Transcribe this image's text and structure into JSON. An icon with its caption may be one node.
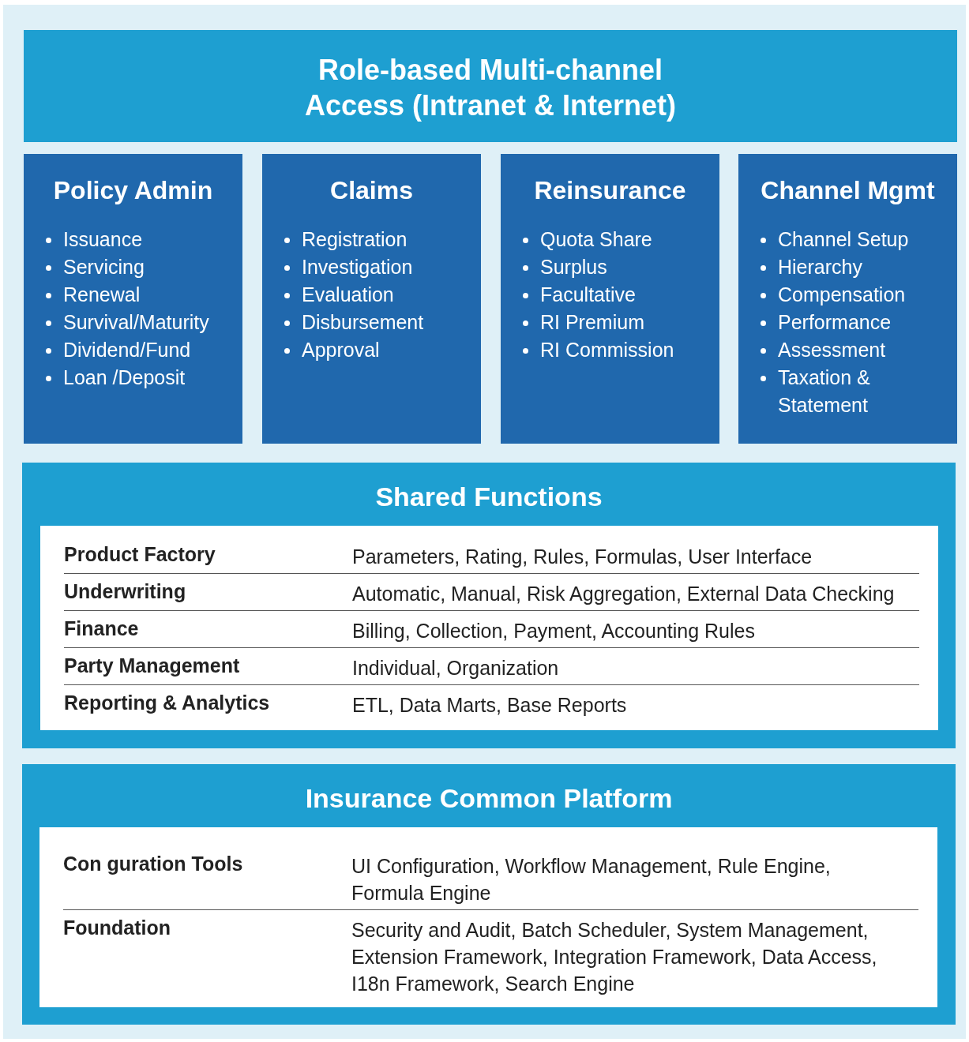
{
  "diagram": {
    "nodes": [
      {
        "text": [
          "Role-based Multi-channel Access (Intranet & Internet)"
        ]
      },
      {
        "text": [
          "Policy Admin",
          "Issuance",
          "Servicing",
          "Renewal",
          "Survival/Maturity",
          "Dividend/Fund",
          "Loan /Deposit"
        ]
      },
      {
        "text": [
          "Claims",
          "Registration",
          "Investigation",
          "Evaluation",
          "Disbursement",
          "Approval"
        ]
      },
      {
        "text": [
          "Reinsurance",
          "Quota Share",
          "Surplus",
          "Facultative",
          "RI Premium",
          "RI Commission"
        ]
      },
      {
        "text": [
          "Channel Mgmt",
          "Channel Setup",
          "Hierarchy",
          "Compensation",
          "Performance",
          "Assessment",
          "Taxation & Statement"
        ]
      },
      {
        "text": [
          "Shared Functions",
          "Product Factory",
          "Parameters, Rating, Rules, Formulas, User Interface",
          "Underwriting",
          "Automatic, Manual, Risk Aggregation, External Data Checking",
          "Finance",
          "Billing, Collection, Payment, Accounting Rules",
          "Party Management",
          "Individual, Organization",
          "Reporting & Analytics",
          "ETL, Data Marts, Base Reports"
        ]
      },
      {
        "text": [
          "Insurance Common Platform",
          "Con guration Tools",
          "UI Configuration, Workflow Management, Rule Engine, Formula Engine",
          "Foundation",
          "Security and Audit, Batch Scheduler, System Management, Extension Framework, Integration Framework, Data Access, I18n Framework, Search Engine"
        ]
      }
    ],
    "edges": []
  }
}
